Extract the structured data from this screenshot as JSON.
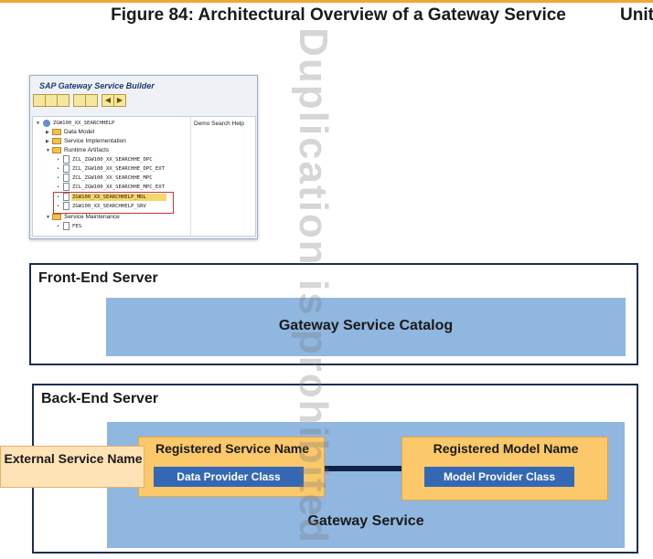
{
  "header": {
    "title": "Figure 84: Architectural Overview of a Gateway Service",
    "unit": "Unit"
  },
  "watermark": "Duplication is prohibited",
  "sap_screenshot": {
    "title": "SAP Gateway Service Builder",
    "project": "ZGW100_XX_SEARCHHELP",
    "project_description": "Demo Search Help",
    "nodes": {
      "data_model": "Data Model",
      "service_implementation": "Service Implementation",
      "runtime_artifacts": "Runtime Artifacts",
      "artifact_dpc": "ZCL_ZGW100_XX_SEARCHHE_DPC",
      "artifact_dpc_ext": "ZCL_ZGW100_XX_SEARCHHE_DPC_EXT",
      "artifact_mpc": "ZCL_ZGW100_XX_SEARCHHE_MPC",
      "artifact_mpc_ext": "ZCL_ZGW100_XX_SEARCHHE_MPC_EXT",
      "artifact_mdl": "ZGW100_XX_SEARCHHELP_MDL",
      "artifact_srv": "ZGW100_XX_SEARCHHELP_SRV",
      "service_maintenance": "Service Maintenance",
      "system_fes": "FES"
    }
  },
  "diagram": {
    "front_end_server": "Front-End Server",
    "gateway_service_catalog": "Gateway Service Catalog",
    "back_end_server": "Back-End Server",
    "registered_service_name": "Registered Service Name",
    "data_provider_class": "Data Provider Class",
    "registered_model_name": "Registered Model Name",
    "model_provider_class": "Model Provider Class",
    "gateway_service": "Gateway Service",
    "external_service_name": "External Service Name"
  },
  "colors": {
    "accent_orange": "#f0a830",
    "server_border": "#1c2e50",
    "light_blue": "#90b7df",
    "dark_blue": "#3468b4",
    "orange_box": "#fbc86a",
    "pale_orange": "#fde3b6",
    "highlight_red": "#d23232"
  }
}
